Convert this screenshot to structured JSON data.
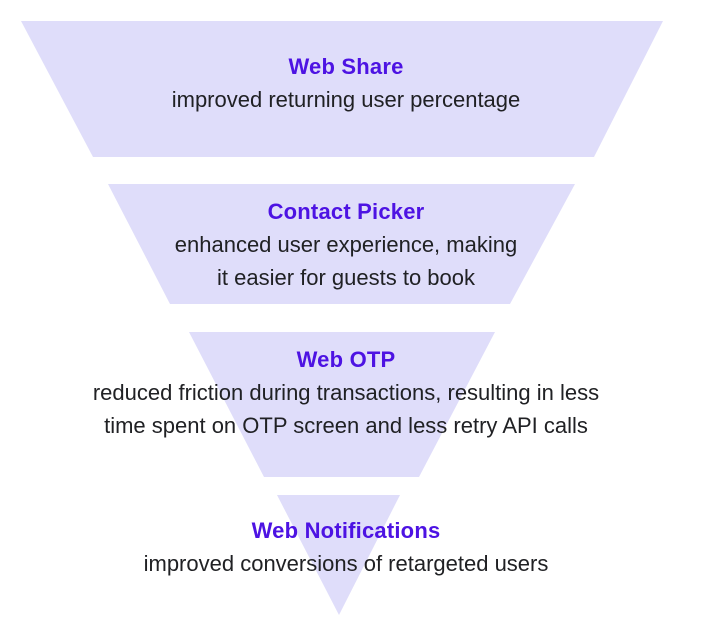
{
  "diagram": {
    "type": "funnel",
    "orientation": "inverted-pyramid",
    "background_color": "#ffffff",
    "shape_fill_color": "#dfddfa",
    "title_color": "#4d13e3",
    "body_text_color": "#202124",
    "sections": [
      {
        "title": "Web Share",
        "lines": [
          "improved returning user percentage"
        ]
      },
      {
        "title": "Contact Picker",
        "lines": [
          "enhanced user experience, making",
          "it easier for guests to book"
        ]
      },
      {
        "title": "Web OTP",
        "lines": [
          "reduced friction during transactions, resulting in less",
          "time spent on OTP screen and less retry API calls"
        ]
      },
      {
        "title": "Web Notifications",
        "lines": [
          "improved conversions of retargeted users"
        ]
      }
    ]
  }
}
